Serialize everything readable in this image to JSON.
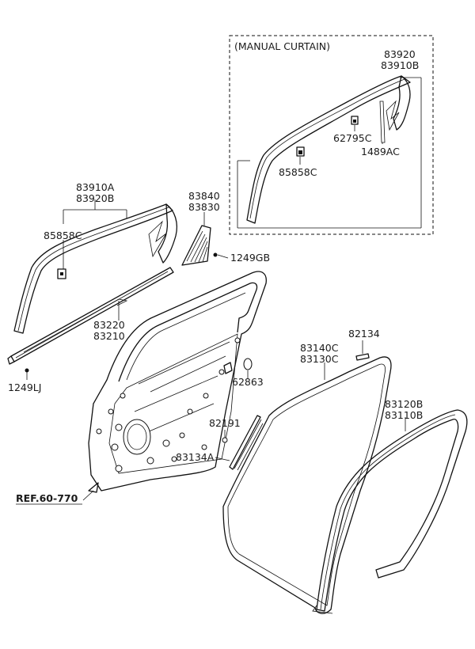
{
  "inset": {
    "caption": "(MANUAL CURTAIN)"
  },
  "labels": {
    "inset_83920": "83920",
    "inset_83910B": "83910B",
    "inset_62795C": "62795C",
    "inset_1489AC": "1489AC",
    "inset_85858C": "85858C",
    "main_83910A": "83910A",
    "main_83920B": "83920B",
    "main_85858C": "85858C",
    "main_83840": "83840",
    "main_83830": "83830",
    "main_1249GB": "1249GB",
    "main_83220": "83220",
    "main_83210": "83210",
    "main_1249LJ": "1249LJ",
    "main_82134": "82134",
    "main_83140C": "83140C",
    "main_83130C": "83130C",
    "main_62863": "62863",
    "main_82191": "82191",
    "main_83134A": "83134A",
    "main_83120B": "83120B",
    "main_83110B": "83110B",
    "ref": "REF.60-770"
  }
}
